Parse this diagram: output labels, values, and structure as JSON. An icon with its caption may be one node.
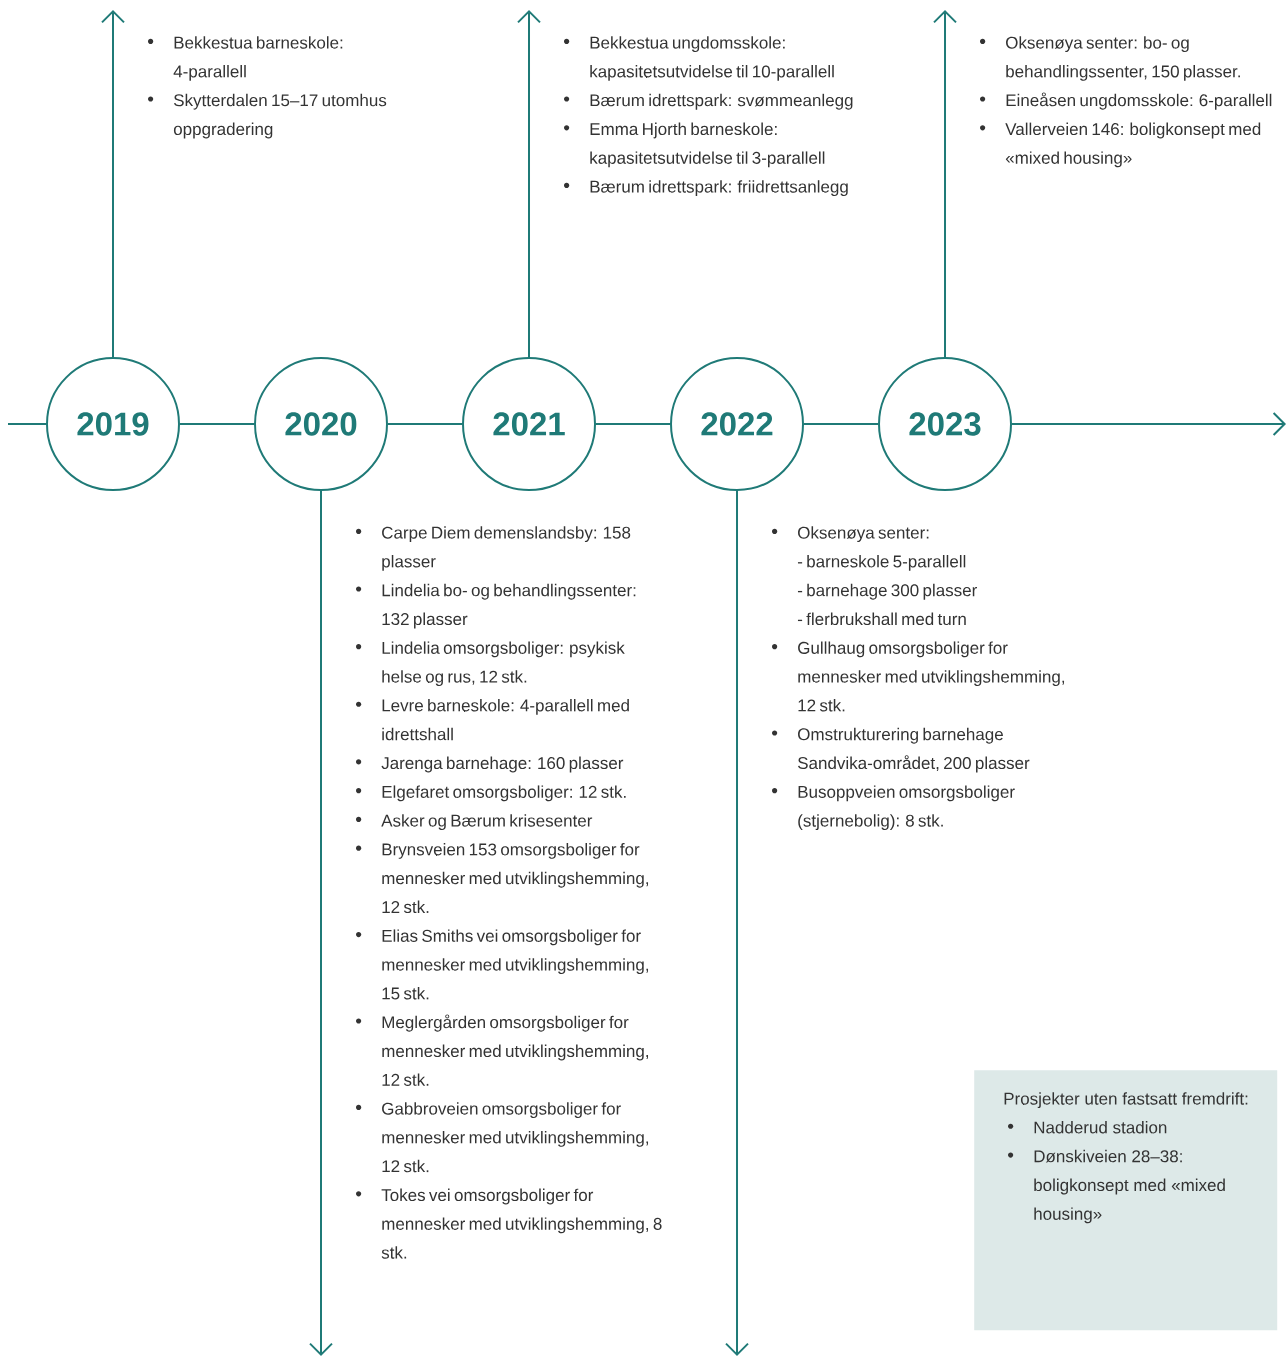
{
  "diagram": {
    "nodes": [
      {
        "text": [
          "2019"
        ]
      },
      {
        "text": [
          "2020"
        ]
      },
      {
        "text": [
          "2021"
        ]
      },
      {
        "text": [
          "2022"
        ]
      },
      {
        "text": [
          "2023"
        ]
      },
      {
        "text": [
          "Prosjekter uten fastsatt fremdrift:",
          "Nadderud stadion",
          "Dønskiveien 28–38: boligkonsept med «mixed housing»"
        ]
      }
    ],
    "edges": [
      {
        "from": null,
        "to": 0,
        "arrow": "none"
      },
      {
        "from": 0,
        "to": 1,
        "arrow": "none"
      },
      {
        "from": 1,
        "to": 2,
        "arrow": "none"
      },
      {
        "from": 2,
        "to": 3,
        "arrow": "none"
      },
      {
        "from": 3,
        "to": 4,
        "arrow": "none"
      },
      {
        "from": 4,
        "to": null,
        "arrow": "to"
      },
      {
        "from": 0,
        "to": null,
        "arrow": "to"
      },
      {
        "from": 1,
        "to": null,
        "arrow": "to"
      },
      {
        "from": 2,
        "to": null,
        "arrow": "to"
      },
      {
        "from": 3,
        "to": null,
        "arrow": "to"
      },
      {
        "from": 4,
        "to": null,
        "arrow": "to"
      }
    ],
    "labels": [
      "Bekkestua barneskole: 4-parallell",
      "Skytterdalen 15–17 utomhus oppgradering",
      "Bekkestua ungdomsskole: kapasitetsutvidelse til 10-parallell",
      "Bærum idrettspark: svømmeanlegg",
      "Emma Hjorth barneskole: kapasitetsutvidelse til 3-parallell",
      "Bærum idrettspark: friidrettsanlegg",
      "Oksenøya senter: bo- og behandlingssenter, 150 plasser.",
      "Eineåsen ungdomsskole: 6-parallell",
      "Vallerveien 146: boligkonsept med «mixed housing»",
      "Carpe Diem demenslandsby: 158 plasser",
      "Lindelia bo- og behandlingssenter: 132 plasser",
      "Lindelia omsorgsboliger: psykisk helse og rus, 12 stk.",
      "Levre barneskole: 4-parallell med idrettshall",
      "Jarenga barnehage: 160 plasser",
      "Elgefaret omsorgsboliger: 12 stk.",
      "Asker og Bærum krisesenter",
      "Brynsveien 153 omsorgsboliger for mennesker med utviklingshemming, 12 stk.",
      "Elias Smiths vei omsorgsboliger for mennesker med utviklingshemming, 15 stk.",
      "Meglergården omsorgsboliger for mennesker med utviklingshemming, 12 stk.",
      "Gabbroveien omsorgsboliger for mennesker med utviklingshemming, 12 stk.",
      "Tokes vei omsorgsboliger for mennesker med utviklingshemming, 8 stk.",
      "Oksenøya senter:",
      "- barneskole 5-parallell",
      "- barnehage 300 plasser",
      "- flerbrukshall med turn",
      "Gullhaug omsorgsboliger for mennesker med utviklingshemming, 12 stk.",
      "Omstrukturering barnehage Sandvika-området, 200 plasser",
      "Busoppveien omsorgsboliger (stjernebolig): 8 stk."
    ]
  }
}
